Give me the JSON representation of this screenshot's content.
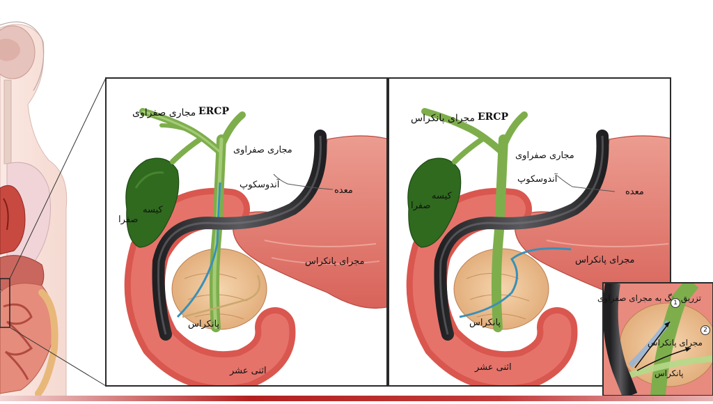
{
  "left_panel": {
    "title_ercp": "ERCP",
    "title_rest": "مجاری صفراوی",
    "bile_ducts": "مجاری صفراوی",
    "endoscope": "آندوسکوپ",
    "stomach": "معده",
    "gallbladder_line1": "کیسه",
    "gallbladder_line2": "صفرا",
    "pancreatic_duct": "مجرای پانکراس",
    "pancreas": "پانکراس",
    "duodenum": "اثنی عشر"
  },
  "right_panel": {
    "title_ercp": "ERCP",
    "title_rest": "مجرای پانکراس",
    "bile_duct": "مجاری صفراوی",
    "endoscope": "آندوسکوپ",
    "stomach": "معده",
    "gallbladder_line1": "کیسه",
    "gallbladder_line2": "صفرا",
    "pancreatic_duct": "مجرای پانکراس",
    "pancreas": "پانکراس",
    "duodenum": "اثنی عشر"
  },
  "inset": {
    "dye_injection": "تزریق رنگ به مجرای صفراوی",
    "number_1": "1",
    "number_2": "2",
    "pancreatic_duct": "مجرای پانکراس",
    "pancreas": "پانکراس"
  },
  "colors": {
    "gallbladder": "#2f6a1f",
    "bile_duct": "#8fbf5a",
    "endoscope": "#3a3a3c",
    "stomach": "#e07a70",
    "duodenum": "#d9574f",
    "pancreas": "#e9b98a",
    "dye": "#3a8fb8",
    "frame": "#2a2a2a"
  }
}
